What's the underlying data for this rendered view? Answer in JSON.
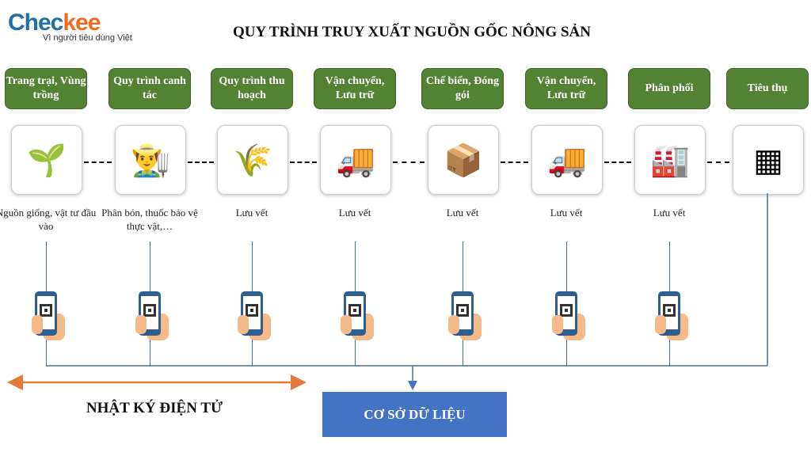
{
  "logo": {
    "brand_a": "Chec",
    "brand_b": "kee",
    "tagline": "Vì người tiêu dùng Việt"
  },
  "title": "QUY TRÌNH TRUY XUẤT NGUỒN GỐC NÔNG SẢN",
  "steps": [
    {
      "header": "Trang trại, Vùng trồng",
      "icon": "farm-field-icon",
      "label": "Nguồn giống, vật tư đầu vào"
    },
    {
      "header": "Quy trình canh tác",
      "icon": "farmer-tablet-icon",
      "label": "Phân bón, thuốc bảo vệ thực vật,…"
    },
    {
      "header": "Quy trình thu hoạch",
      "icon": "harvest-sickle-icon",
      "label": "Lưu vết"
    },
    {
      "header": "Vận chuyển, Lưu trữ",
      "icon": "delivery-truck-icon",
      "label": "Lưu vết"
    },
    {
      "header": "Chế biến, Đóng gói",
      "icon": "package-check-icon",
      "label": "Lưu vết"
    },
    {
      "header": "Vận chuyển, Lưu trữ",
      "icon": "delivery-truck-icon",
      "label": "Lưu vết"
    },
    {
      "header": "Phân phối",
      "icon": "warehouse-icon",
      "label": "Lưu vết"
    },
    {
      "header": "Tiêu thụ",
      "icon": "qr-scanner-icon",
      "label": ""
    }
  ],
  "journal_label": "NHẬT KÝ ĐIỆN TỬ",
  "database_label": "CƠ SỞ DỮ LIỆU",
  "colors": {
    "header_green": "#548235",
    "db_blue": "#4472c4",
    "arrow_orange": "#e07b39"
  }
}
